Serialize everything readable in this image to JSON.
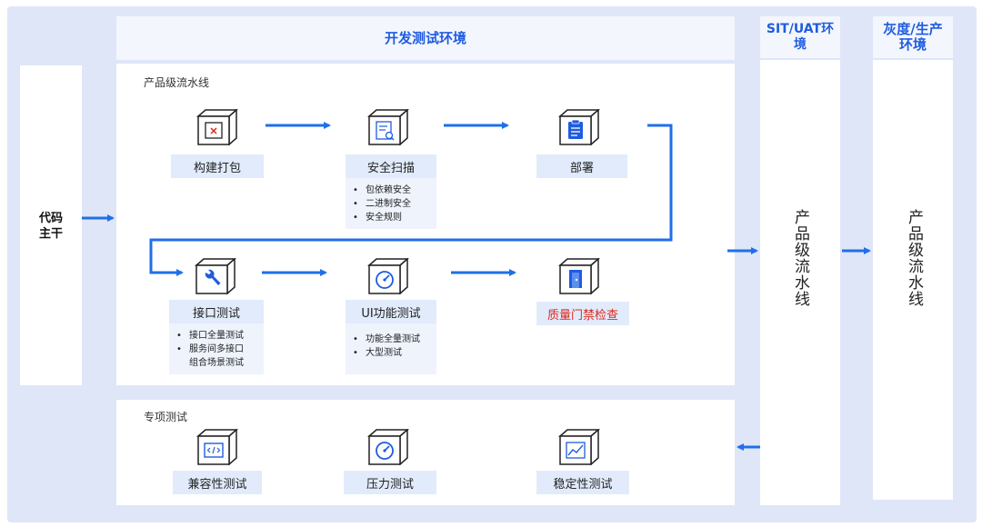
{
  "code_mainline": "代码\n主干",
  "dev_env": {
    "title": "开发测试环境",
    "pipeline_label": "产品级流水线",
    "special_label": "专项测试"
  },
  "steps": {
    "build": {
      "label": "构建打包",
      "icon": "box-x-icon"
    },
    "security": {
      "label": "安全扫描",
      "icon": "doc-scan-icon",
      "items": [
        "包依赖安全",
        "二进制安全",
        "安全规则"
      ]
    },
    "deploy": {
      "label": "部署",
      "icon": "clipboard-icon"
    },
    "api_test": {
      "label": "接口测试",
      "icon": "wrench-icon",
      "items": [
        "接口全量测试",
        "服务间多接口\n组合场景测试"
      ]
    },
    "ui_test": {
      "label": "UI功能测试",
      "icon": "gauge-icon",
      "items": [
        "功能全量测试",
        "大型测试"
      ]
    },
    "quality_gate": {
      "label": "质量门禁检查",
      "icon": "door-icon",
      "color": "#e0281f"
    },
    "compat_test": {
      "label": "兼容性测试",
      "icon": "code-icon"
    },
    "stress_test": {
      "label": "压力测试",
      "icon": "gauge-icon"
    },
    "stability_test": {
      "label": "稳定性测试",
      "icon": "line-chart-icon"
    }
  },
  "sit_env": {
    "title": "SIT/UAT环境",
    "pipeline": "产品级流水线"
  },
  "prod_env": {
    "title": "灰度/生产\n环境",
    "pipeline": "产品级流水线"
  },
  "colors": {
    "accent": "#1f5ce0",
    "arrow": "#1f6fe8",
    "alert": "#e0281f"
  }
}
